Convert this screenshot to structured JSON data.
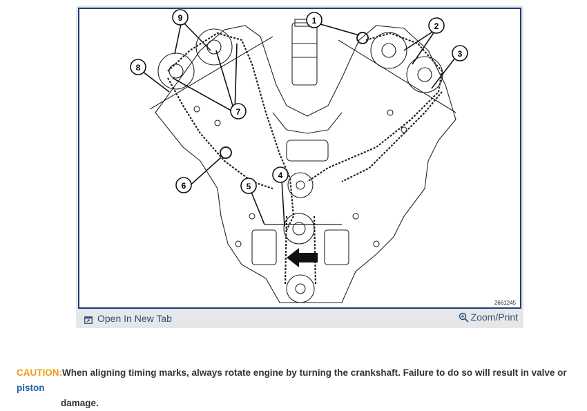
{
  "figure": {
    "id_text": "2661245",
    "callouts": [
      "1",
      "2",
      "3",
      "4",
      "5",
      "6",
      "7",
      "8",
      "9"
    ]
  },
  "toolbar": {
    "open_label": "Open In New Tab",
    "open_icon": "open-in-new-tab-icon",
    "zoom_label": "Zoom/Print",
    "zoom_icon": "magnifier-plus-icon"
  },
  "caution": {
    "label": "CAUTION:",
    "text_before": "When aligning timing marks, always rotate engine by turning the crankshaft. Failure to do so will result in valve or ",
    "link_text": "piston",
    "text_after": "damage."
  },
  "colors": {
    "frame_border": "#1d3f74",
    "link": "#1f5fa8",
    "caution_label": "#f39c12"
  }
}
